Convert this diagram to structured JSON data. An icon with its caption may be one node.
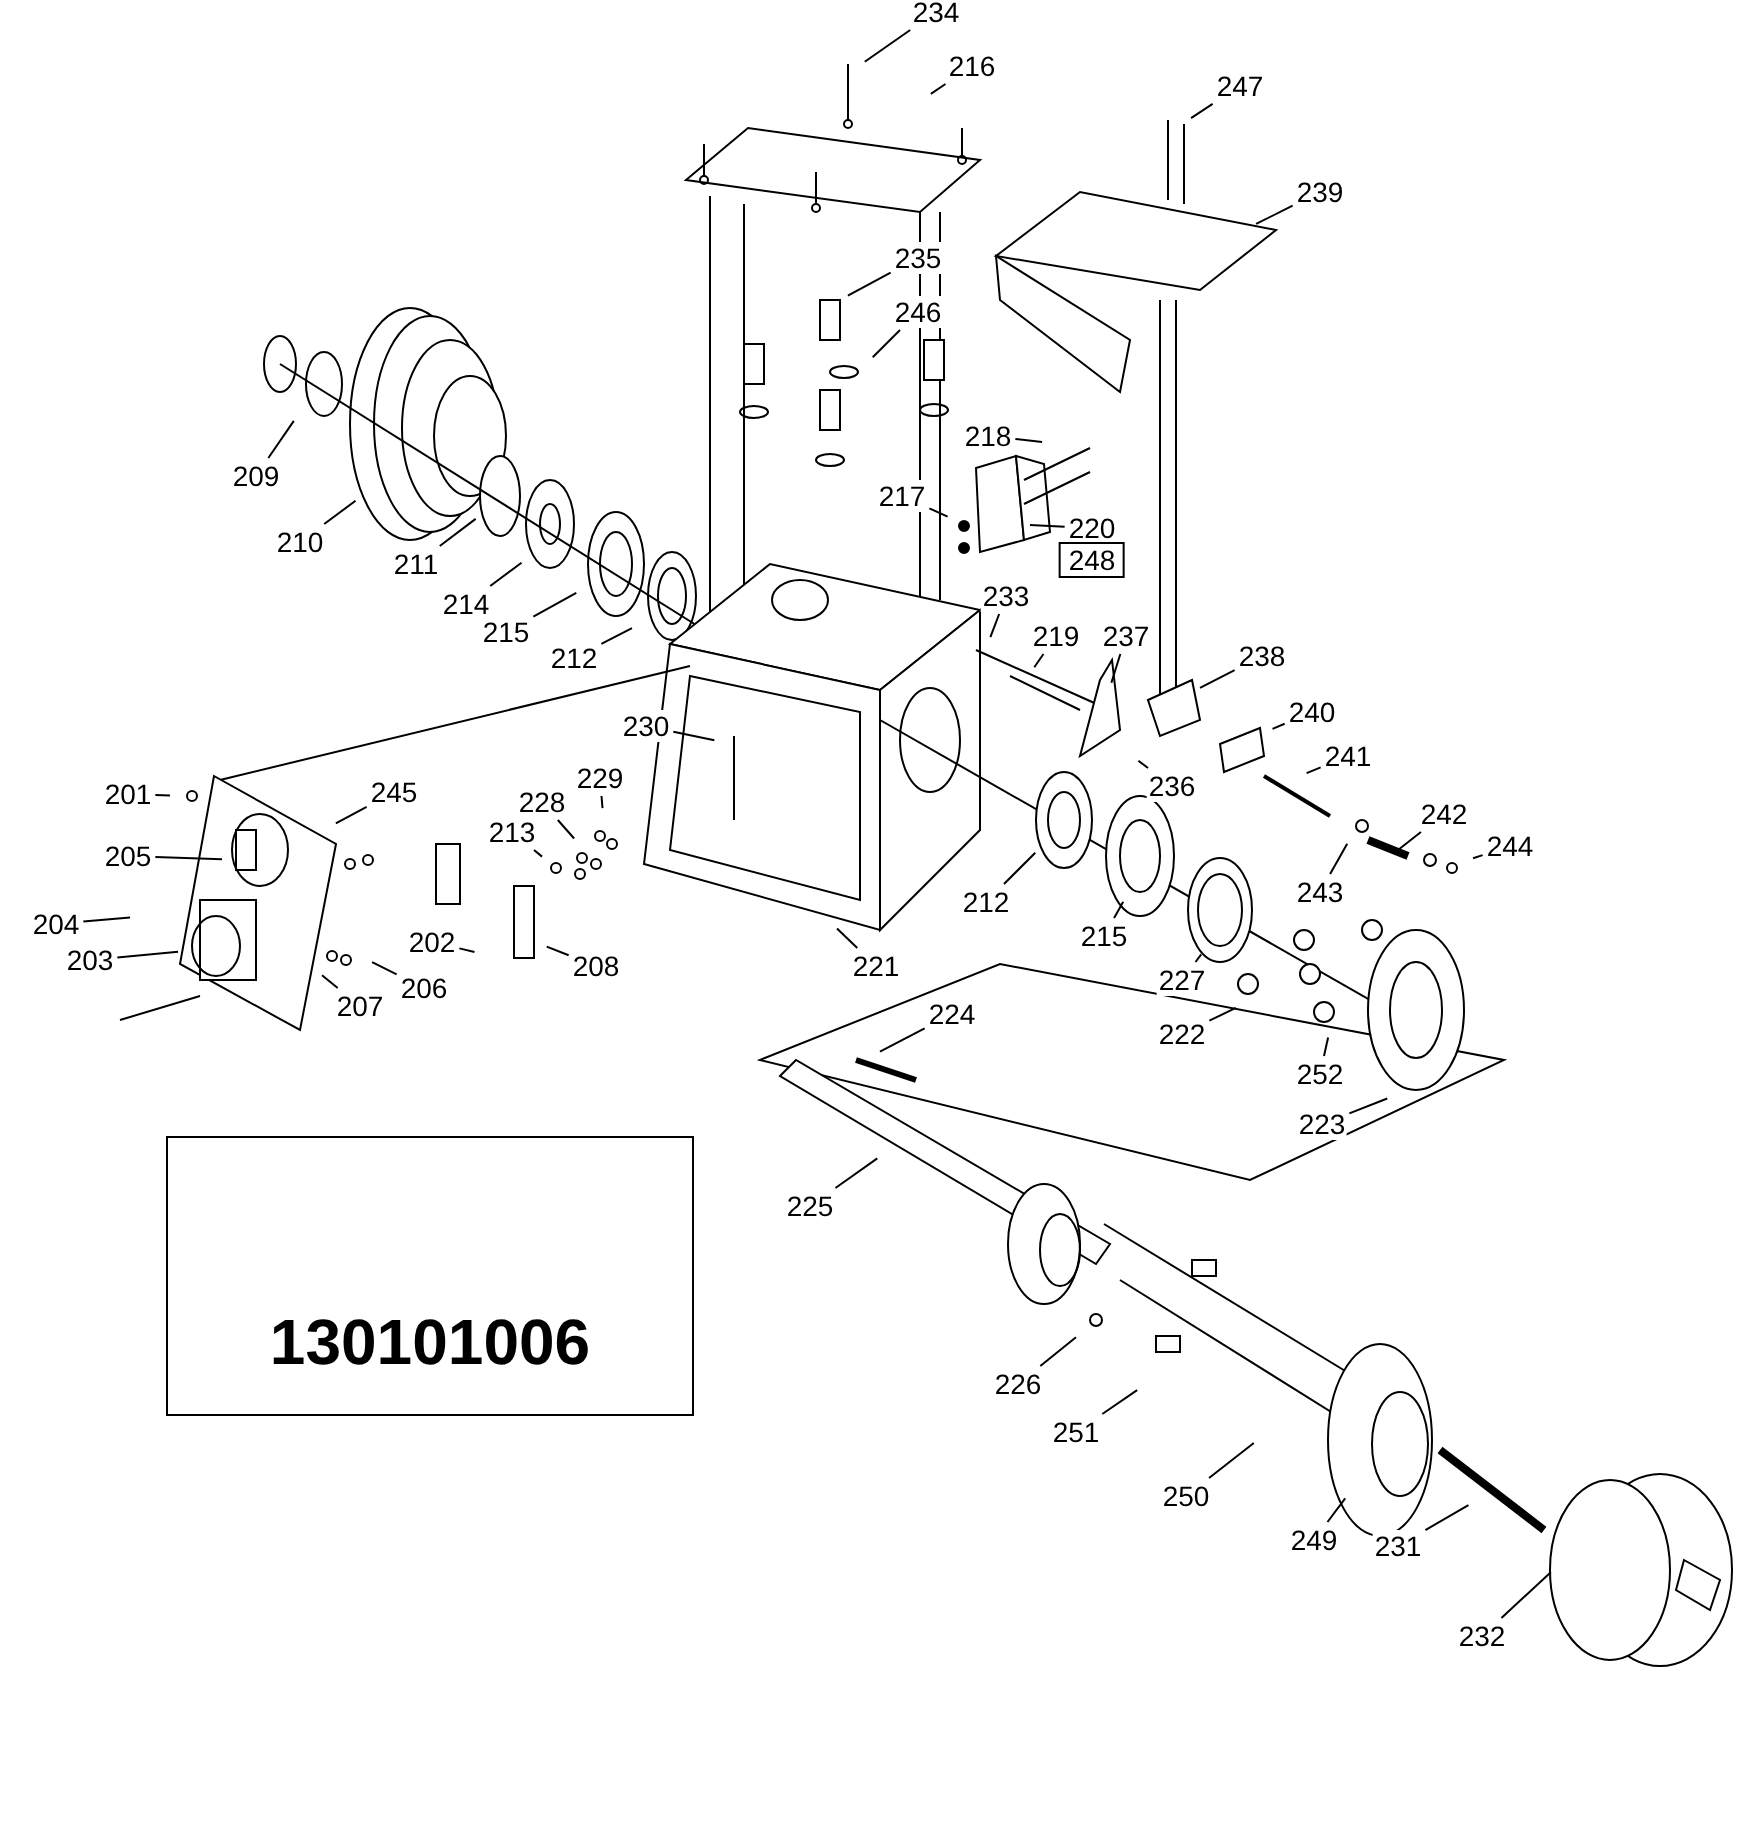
{
  "diagram": {
    "nodes": [
      {
        "text": [
          "234"
        ]
      },
      {
        "text": [
          "216"
        ]
      },
      {
        "text": [
          "247"
        ]
      },
      {
        "text": [
          "239"
        ]
      },
      {
        "text": [
          "235"
        ]
      },
      {
        "text": [
          "246"
        ]
      },
      {
        "text": [
          "218"
        ]
      },
      {
        "text": [
          "209"
        ]
      },
      {
        "text": [
          "217"
        ]
      },
      {
        "text": [
          "220"
        ]
      },
      {
        "text": [
          "210"
        ]
      },
      {
        "text": [
          "248"
        ]
      },
      {
        "text": [
          "211"
        ]
      },
      {
        "text": [
          "233"
        ]
      },
      {
        "text": [
          "214"
        ]
      },
      {
        "text": [
          "215"
        ]
      },
      {
        "text": [
          "219"
        ]
      },
      {
        "text": [
          "237"
        ]
      },
      {
        "text": [
          "238"
        ]
      },
      {
        "text": [
          "212"
        ]
      },
      {
        "text": [
          "240"
        ]
      },
      {
        "text": [
          "230"
        ]
      },
      {
        "text": [
          "241"
        ]
      },
      {
        "text": [
          "229"
        ]
      },
      {
        "text": [
          "236"
        ]
      },
      {
        "text": [
          "245"
        ]
      },
      {
        "text": [
          "201"
        ]
      },
      {
        "text": [
          "228"
        ]
      },
      {
        "text": [
          "242"
        ]
      },
      {
        "text": [
          "213"
        ]
      },
      {
        "text": [
          "244"
        ]
      },
      {
        "text": [
          "205"
        ]
      },
      {
        "text": [
          "243"
        ]
      },
      {
        "text": [
          "212"
        ]
      },
      {
        "text": [
          "204"
        ]
      },
      {
        "text": [
          "215"
        ]
      },
      {
        "text": [
          "202"
        ]
      },
      {
        "text": [
          "203"
        ]
      },
      {
        "text": [
          "208"
        ]
      },
      {
        "text": [
          "221"
        ]
      },
      {
        "text": [
          "227"
        ]
      },
      {
        "text": [
          "206"
        ]
      },
      {
        "text": [
          "207"
        ]
      },
      {
        "text": [
          "224"
        ]
      },
      {
        "text": [
          "222"
        ]
      },
      {
        "text": [
          "252"
        ]
      },
      {
        "text": [
          "223"
        ]
      },
      {
        "text": [
          "225"
        ]
      },
      {
        "text": [
          "130101006"
        ]
      },
      {
        "text": [
          "226"
        ]
      },
      {
        "text": [
          "251"
        ]
      },
      {
        "text": [
          "250"
        ]
      },
      {
        "text": [
          "249"
        ]
      },
      {
        "text": [
          "231"
        ]
      },
      {
        "text": [
          "232"
        ]
      }
    ],
    "edges": [
      {
        "from": 0,
        "to": null,
        "arrow": "none"
      },
      {
        "from": 1,
        "to": null,
        "arrow": "none"
      },
      {
        "from": 2,
        "to": null,
        "arrow": "none"
      },
      {
        "from": 3,
        "to": null,
        "arrow": "none"
      },
      {
        "from": 4,
        "to": null,
        "arrow": "none"
      },
      {
        "from": 5,
        "to": null,
        "arrow": "none"
      },
      {
        "from": 6,
        "to": null,
        "arrow": "none"
      },
      {
        "from": 7,
        "to": null,
        "arrow": "none"
      },
      {
        "from": 8,
        "to": null,
        "arrow": "none"
      },
      {
        "from": 9,
        "to": null,
        "arrow": "none"
      },
      {
        "from": 10,
        "to": null,
        "arrow": "none"
      },
      {
        "from": 12,
        "to": null,
        "arrow": "none"
      },
      {
        "from": 13,
        "to": null,
        "arrow": "none"
      },
      {
        "from": 14,
        "to": null,
        "arrow": "none"
      },
      {
        "from": 15,
        "to": null,
        "arrow": "none"
      },
      {
        "from": 16,
        "to": null,
        "arrow": "none"
      },
      {
        "from": 17,
        "to": null,
        "arrow": "none"
      },
      {
        "from": 18,
        "to": null,
        "arrow": "none"
      },
      {
        "from": 19,
        "to": null,
        "arrow": "none"
      },
      {
        "from": 20,
        "to": null,
        "arrow": "none"
      },
      {
        "from": 21,
        "to": null,
        "arrow": "none"
      },
      {
        "from": 22,
        "to": null,
        "arrow": "none"
      },
      {
        "from": 23,
        "to": null,
        "arrow": "none"
      },
      {
        "from": 24,
        "to": null,
        "arrow": "none"
      },
      {
        "from": 25,
        "to": null,
        "arrow": "none"
      },
      {
        "from": 26,
        "to": null,
        "arrow": "none"
      },
      {
        "from": 27,
        "to": null,
        "arrow": "none"
      },
      {
        "from": 28,
        "to": null,
        "arrow": "none"
      },
      {
        "from": 29,
        "to": null,
        "arrow": "none"
      },
      {
        "from": 30,
        "to": null,
        "arrow": "none"
      },
      {
        "from": 31,
        "to": null,
        "arrow": "none"
      },
      {
        "from": 32,
        "to": null,
        "arrow": "none"
      },
      {
        "from": 33,
        "to": null,
        "arrow": "none"
      },
      {
        "from": 34,
        "to": null,
        "arrow": "none"
      },
      {
        "from": 35,
        "to": null,
        "arrow": "none"
      },
      {
        "from": 36,
        "to": null,
        "arrow": "none"
      },
      {
        "from": 37,
        "to": null,
        "arrow": "none"
      },
      {
        "from": 38,
        "to": null,
        "arrow": "none"
      },
      {
        "from": 39,
        "to": null,
        "arrow": "none"
      },
      {
        "from": 40,
        "to": null,
        "arrow": "none"
      },
      {
        "from": 41,
        "to": null,
        "arrow": "none"
      },
      {
        "from": 42,
        "to": null,
        "arrow": "none"
      },
      {
        "from": 43,
        "to": null,
        "arrow": "none"
      },
      {
        "from": 44,
        "to": null,
        "arrow": "none"
      },
      {
        "from": 45,
        "to": null,
        "arrow": "none"
      },
      {
        "from": 46,
        "to": null,
        "arrow": "none"
      },
      {
        "from": 47,
        "to": null,
        "arrow": "none"
      },
      {
        "from": 49,
        "to": null,
        "arrow": "none"
      },
      {
        "from": 50,
        "to": null,
        "arrow": "none"
      },
      {
        "from": 51,
        "to": null,
        "arrow": "none"
      },
      {
        "from": 52,
        "to": null,
        "arrow": "none"
      },
      {
        "from": 53,
        "to": null,
        "arrow": "none"
      },
      {
        "from": 54,
        "to": null,
        "arrow": "none"
      }
    ]
  }
}
